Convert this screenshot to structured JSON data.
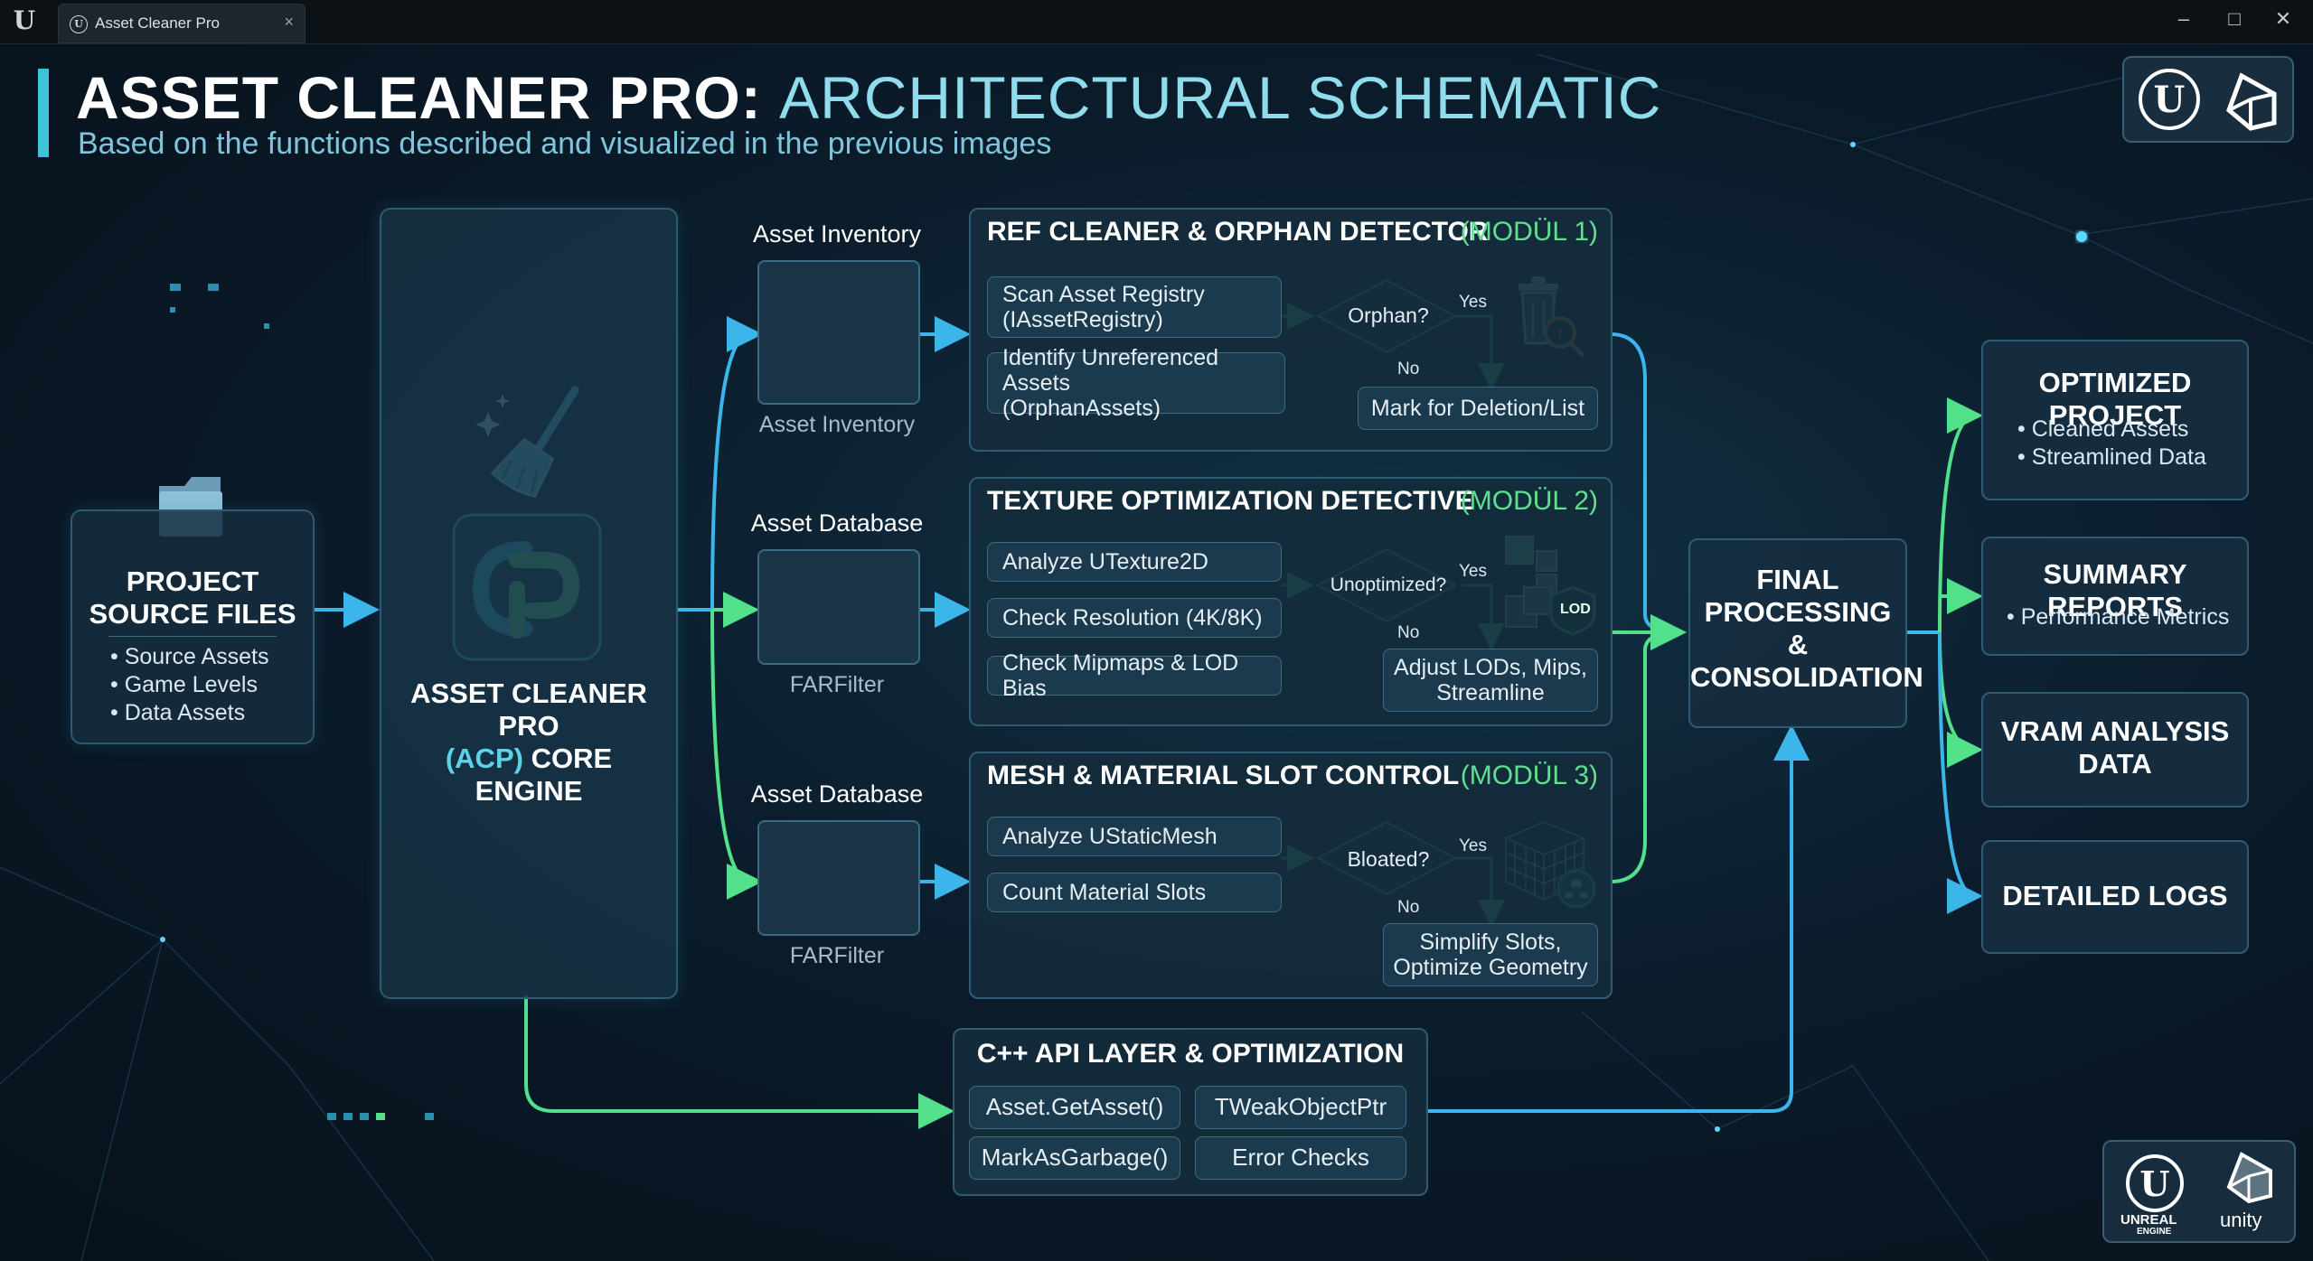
{
  "window": {
    "tab_title": "Asset Cleaner Pro",
    "tab_close": "×",
    "minimize": "–",
    "maximize": "□",
    "close": "✕"
  },
  "header": {
    "title_main": "ASSET CLEANER PRO:",
    "title_sub": "ARCHITECTURAL SCHEMATIC",
    "subtitle": "Based on the functions described and visualized in the previous images"
  },
  "source": {
    "title_line1": "PROJECT",
    "title_line2": "SOURCE FILES",
    "items": [
      "• Source Assets",
      "• Game Levels",
      "• Data Assets"
    ]
  },
  "engine": {
    "line1": "ASSET CLEANER PRO",
    "acp": "(ACP)",
    "core": "CORE",
    "line3": "ENGINE"
  },
  "sources": [
    {
      "top_label": "Asset Inventory",
      "bottom_label": "Asset Inventory"
    },
    {
      "top_label": "Asset Database",
      "bottom_label": "FARFilter"
    },
    {
      "top_label": "Asset Database",
      "bottom_label": "FARFilter"
    }
  ],
  "modules": [
    {
      "title": "REF CLEANER & ORPHAN DETECTOR",
      "tag": "(MODÜL 1)",
      "steps": [
        "Scan Asset Registry\n(IAssetRegistry)",
        "Identify Unreferenced Assets\n(OrphanAssets)"
      ],
      "decision": "Orphan?",
      "yes": "Yes",
      "no": "No",
      "result": "Mark for Deletion/List"
    },
    {
      "title": "TEXTURE OPTIMIZATION DETECTIVE",
      "tag": "(MODÜL 2)",
      "steps": [
        "Analyze UTexture2D",
        "Check Resolution (4K/8K)",
        "Check Mipmaps & LOD Bias"
      ],
      "decision": "Unoptimized?",
      "yes": "Yes",
      "no": "No",
      "result": "Adjust LODs, Mips,\nStreamline",
      "badge": "LOD"
    },
    {
      "title": "MESH & MATERIAL SLOT CONTROL",
      "tag": "(MODÜL 3)",
      "steps": [
        "Analyze UStaticMesh",
        "Count Material Slots"
      ],
      "decision": "Bloated?",
      "yes": "Yes",
      "no": "No",
      "result": "Simplify Slots,\nOptimize Geometry"
    }
  ],
  "final": {
    "line1": "FINAL",
    "line2": "PROCESSING",
    "line3": "&",
    "line4": "CONSOLIDATION"
  },
  "outputs": [
    {
      "title": "OPTIMIZED PROJECT",
      "items": [
        "• Cleaned Assets",
        "• Streamlined Data"
      ]
    },
    {
      "title": "SUMMARY REPORTS",
      "items": [
        "• Performance Metrics"
      ]
    },
    {
      "title_line1": "VRAM ANALYSIS",
      "title_line2": "DATA"
    },
    {
      "title": "DETAILED LOGS"
    }
  ],
  "api": {
    "title": "C++ API LAYER & OPTIMIZATION",
    "buttons": [
      "Asset.GetAsset()",
      "TWeakObjectPtr",
      "MarkAsGarbage()",
      "Error Checks"
    ]
  },
  "logos": {
    "unreal_line1": "UNREAL",
    "unreal_line2": "ENGINE",
    "unity": "unity"
  },
  "colors": {
    "blue_arrow": "#3cb6ea",
    "green_arrow": "#52e08a",
    "accent_cyan": "#3fc3d6"
  }
}
